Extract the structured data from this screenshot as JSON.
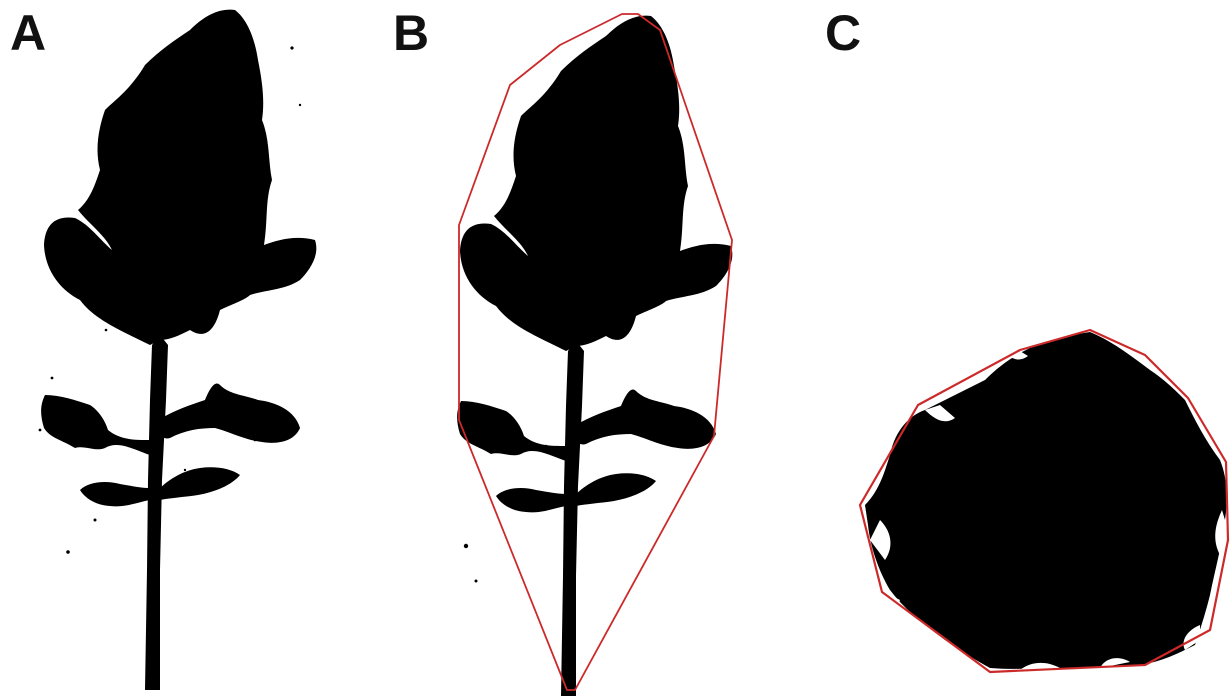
{
  "figure": {
    "panels": [
      {
        "label": "A"
      },
      {
        "label": "B"
      },
      {
        "label": "C"
      }
    ],
    "colors": {
      "silhouette": "#000000",
      "convex_hull": "#cc2a2a",
      "background": "#ffffff"
    }
  }
}
